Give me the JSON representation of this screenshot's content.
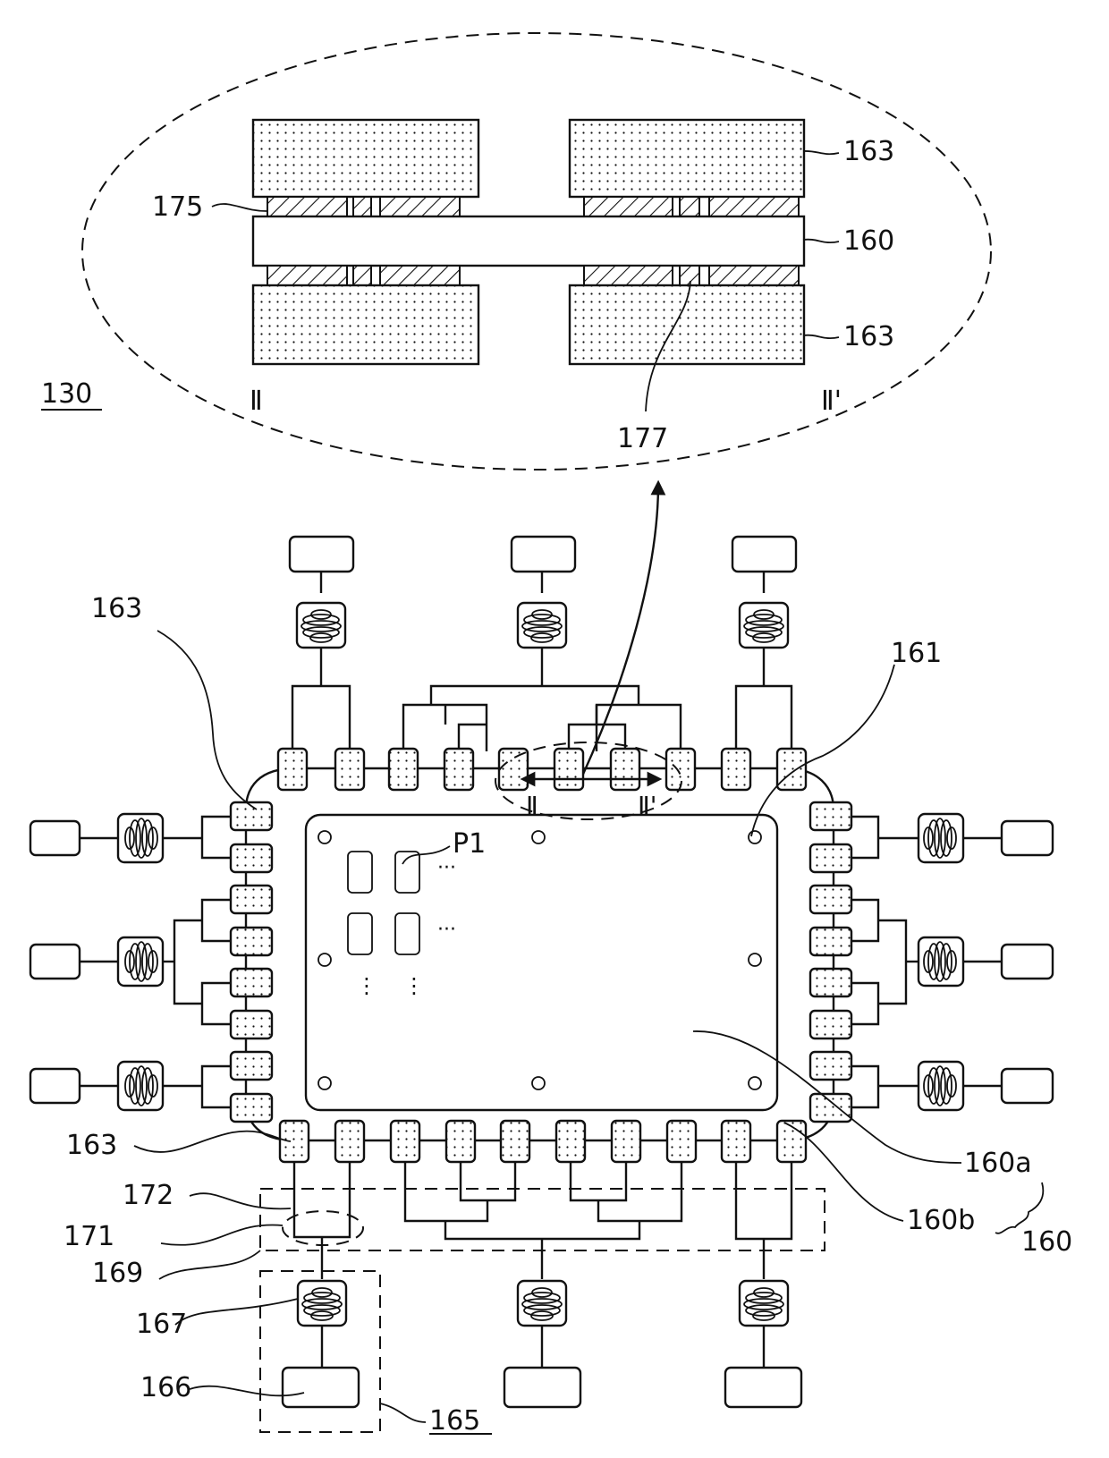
{
  "figure": {
    "title_ref": "130",
    "colors": {
      "line": "#111111",
      "background": "#ffffff"
    }
  },
  "detail_view": {
    "section_start": "Ⅱ",
    "section_end": "Ⅱ'",
    "labels": {
      "pad_top": "163",
      "substrate": "160",
      "pad_bottom": "163",
      "bond_layer": "175",
      "via": "177"
    }
  },
  "main_view": {
    "labels": {
      "pad_topleft": "163",
      "hole": "161",
      "pattern": "P1",
      "pad_bottomleft": "163",
      "connector_line": "172",
      "junction": "171",
      "trace_region": "169",
      "coil": "167",
      "terminal": "166",
      "module": "165",
      "region_a": "160a",
      "region_b": "160b",
      "board": "160"
    },
    "section_marker_start": "Ⅱ",
    "section_marker_end": "Ⅱ'",
    "ellipsis_h": "···",
    "ellipsis_v": "⋮"
  }
}
